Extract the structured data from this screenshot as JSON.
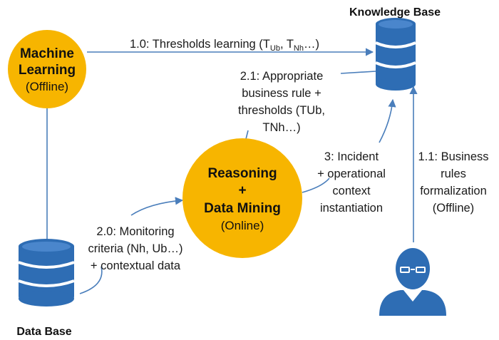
{
  "titles": {
    "knowledge_base": "Knowledge Base",
    "data_base": "Data Base"
  },
  "nodes": {
    "machine_learning": {
      "line1": "Machine",
      "line2": "Learning",
      "line3": "(Offline)"
    },
    "reasoning": {
      "line1": "Reasoning",
      "line2": "+",
      "line3": "Data Mining",
      "line4": "(Online)"
    }
  },
  "edges": {
    "e10": {
      "prefix": "1.0: Thresholds learning (T",
      "sub1": "Ub",
      "mid": ", T",
      "sub2": "Nh",
      "suffix": "…)"
    },
    "e21": {
      "lines": [
        "2.1: Appropriate",
        "business rule +",
        "thresholds (TUb,",
        "TNh…)"
      ]
    },
    "e3": {
      "lines": [
        "3: Incident",
        "+ operational",
        "context",
        "instantiation"
      ]
    },
    "e11": {
      "lines": [
        "1.1: Business",
        "rules",
        "formalization",
        "(Offline)"
      ]
    },
    "e20": {
      "lines": [
        "2.0: Monitoring",
        "criteria (Nh, Ub…)",
        "+ contextual data"
      ]
    }
  },
  "colors": {
    "node_fill": "#F7B500",
    "database_fill": "#2E6DB4",
    "arrow": "#4A7EBB",
    "text": "#1a1a1a"
  },
  "icons": [
    "database-icon",
    "user-icon"
  ]
}
